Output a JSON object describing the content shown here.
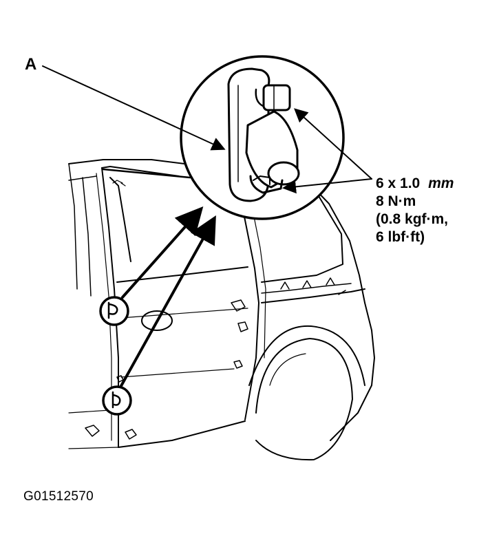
{
  "callouts": {
    "part_a": "A"
  },
  "fastener_spec": {
    "bolt_size_number": "6 x 1.0",
    "bolt_size_unit": "mm",
    "torque_nm": "8 N·m",
    "torque_kgfm": "(0.8 kgf·m,",
    "torque_lbfft": "6 lbf·ft)"
  },
  "figure_id": "G01512570",
  "colors": {
    "ink": "#000000",
    "paper": "#ffffff"
  }
}
